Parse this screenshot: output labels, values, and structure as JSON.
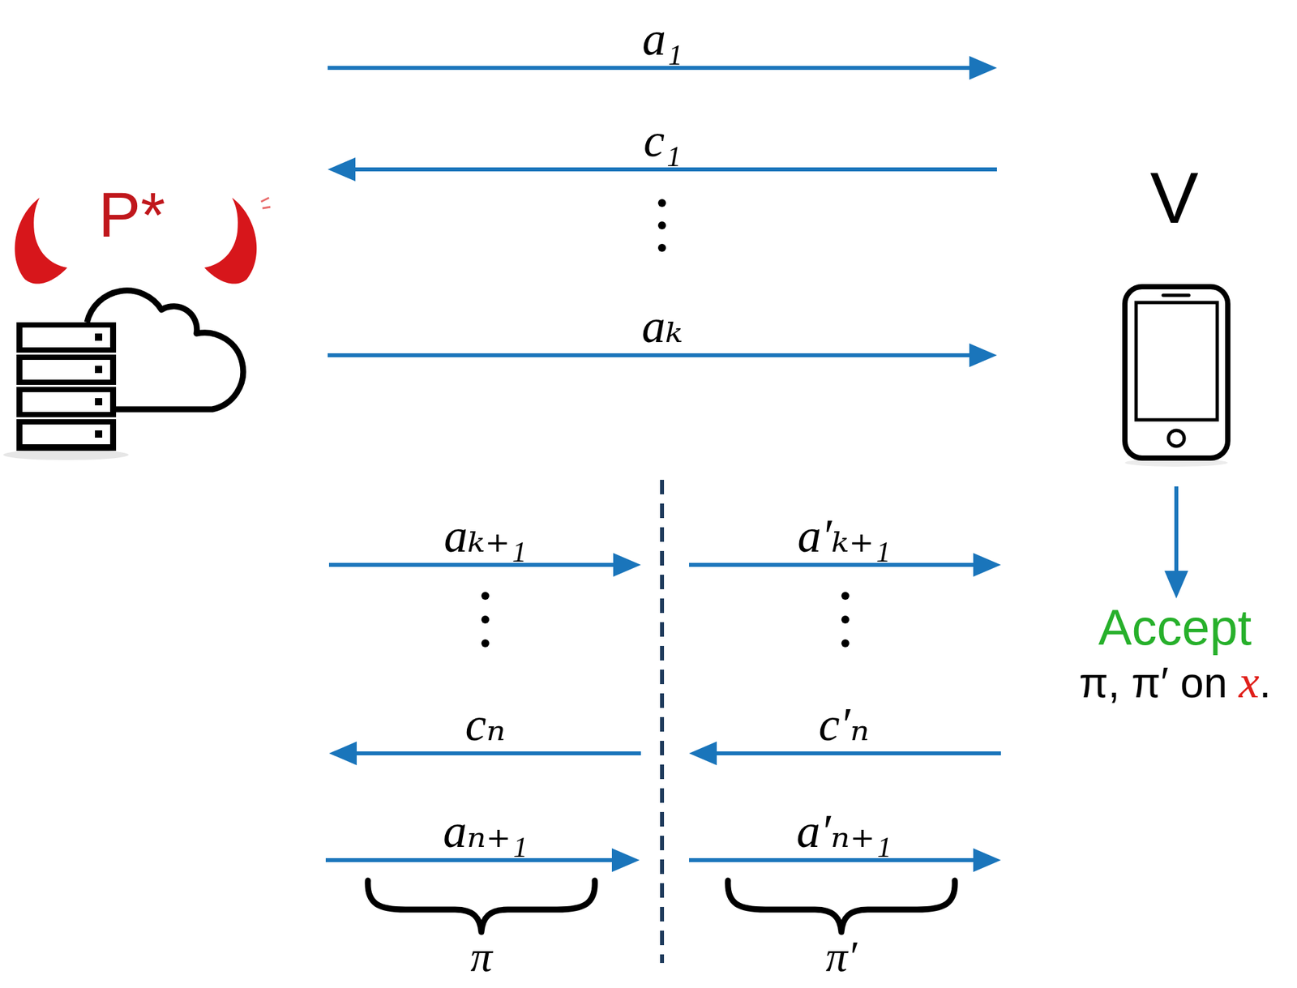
{
  "diagram": {
    "nodes": [
      {
        "text": [
          "P*"
        ]
      },
      {
        "text": [
          "V"
        ]
      },
      {
        "text": [
          "Accept",
          "π, π′ on",
          "x",
          "."
        ]
      }
    ],
    "edges": [
      {
        "from": 0,
        "to": 1,
        "arrow": "to",
        "label": "a₁"
      },
      {
        "from": 1,
        "to": 0,
        "arrow": "to",
        "label": "c₁"
      },
      {
        "from": 0,
        "to": 1,
        "arrow": "to",
        "label": "aₖ"
      },
      {
        "from": 1,
        "to": 2,
        "arrow": "to"
      }
    ],
    "labels": [
      "aₖ₊₁",
      "a′ₖ₊₁",
      "cₙ",
      "c′ₙ",
      "aₙ₊₁",
      "a′ₙ₊₁",
      "π",
      "π′"
    ]
  }
}
